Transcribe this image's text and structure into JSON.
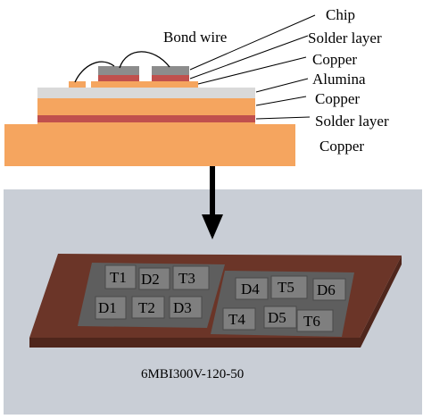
{
  "labels": {
    "chip": "Chip",
    "bond_wire": "Bond wire",
    "solder_layer_top": "Solder layer",
    "copper_top": "Copper",
    "alumina": "Alumina",
    "copper_mid": "Copper",
    "solder_layer_bottom": "Solder layer",
    "copper_base": "Copper"
  },
  "dies": {
    "t1": "T1",
    "d2": "D2",
    "t3": "T3",
    "d1": "D1",
    "t2": "T2",
    "d3": "D3",
    "d4": "D4",
    "t5": "T5",
    "d6": "D6",
    "t4": "T4",
    "d5": "D5",
    "t6": "T6"
  },
  "module_name": "6MBI300V-120-50",
  "colors": {
    "copper": "#f5a55f",
    "solder": "#c0504d",
    "alumina": "#d9d9d9",
    "chip": "#8c8c8c",
    "module_bg": "#c9ced6",
    "baseplate": "#6b3528",
    "die_gray": "#7f7f7f"
  }
}
